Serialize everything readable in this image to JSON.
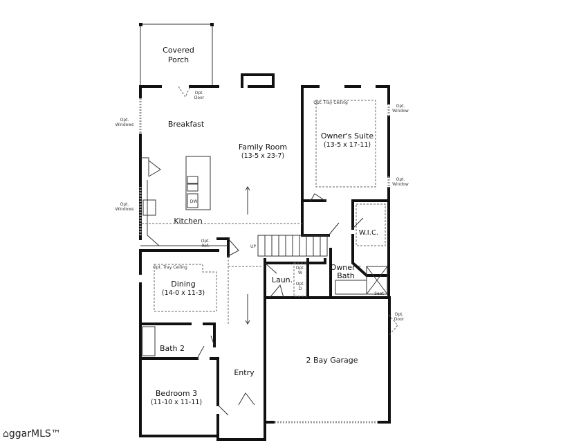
{
  "rooms": {
    "covered_porch": [
      "Covered",
      "Porch"
    ],
    "breakfast": "Breakfast",
    "family_room": {
      "name": "Family Room",
      "dims": "(13-5 x 23-7)"
    },
    "owners_suite": {
      "name": "Owner's Suite",
      "dims": "(13-5 x 17-11)"
    },
    "kitchen": "Kitchen",
    "dining": {
      "name": "Dining",
      "dims": "(14-0 x 11-3)"
    },
    "wic": "W.I.C.",
    "owners_bath": [
      "Owner's",
      "Bath"
    ],
    "laundry": "Laun.",
    "bath2": "Bath 2",
    "bedroom3": {
      "name": "Bedroom 3",
      "dims": "(11-10 x 11-11)"
    },
    "entry": "Entry",
    "garage": "2 Bay Garage"
  },
  "notes": {
    "opt": "Opt.",
    "door": "Door",
    "windows": "Windows",
    "window": "Window",
    "tray_ceiling": "Opt. Tray Ceiling",
    "ref": "Ref.",
    "dw": "DW",
    "up": "UP",
    "seat": "Seat",
    "opt_w": "W",
    "opt_d": "D"
  },
  "logo": "ggarMLS™"
}
